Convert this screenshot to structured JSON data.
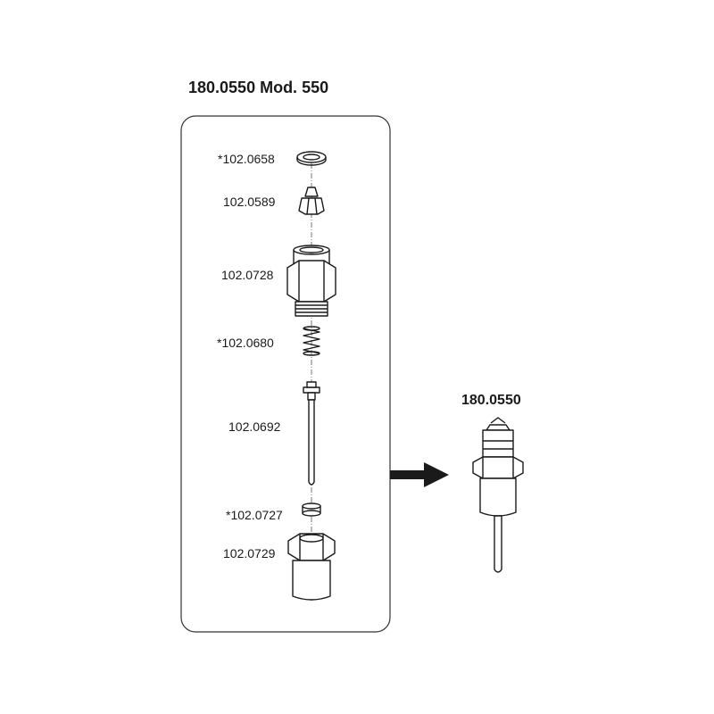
{
  "kit_title": "180.0550 Mod. 550",
  "assembly_label": "180.0550",
  "parts": [
    {
      "number": "*102.0658",
      "name": "washer"
    },
    {
      "number": "102.0589",
      "name": "valve-seat"
    },
    {
      "number": "102.0728",
      "name": "nut-housing"
    },
    {
      "number": "*102.0680",
      "name": "spring"
    },
    {
      "number": "102.0692",
      "name": "needle"
    },
    {
      "number": "*102.0727",
      "name": "seal-ring"
    },
    {
      "number": "102.0729",
      "name": "sleeve-nut"
    }
  ],
  "colors": {
    "line": "#1a1a1a",
    "fill": "#ffffff",
    "frame": "#333333"
  },
  "icons": {
    "arrow": "right-arrow-icon"
  }
}
